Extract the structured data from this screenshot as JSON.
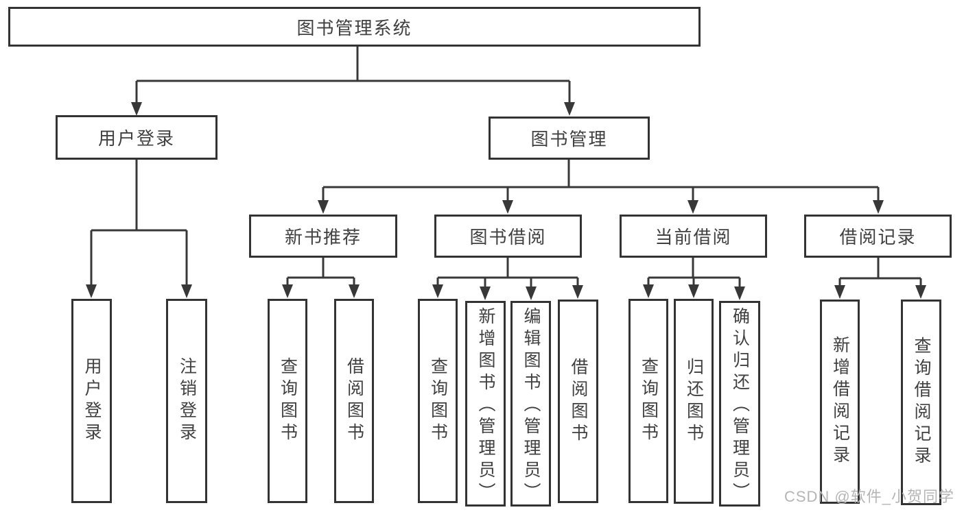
{
  "tree": {
    "label": "图书管理系统",
    "children": [
      {
        "label": "用户登录",
        "children": [
          {
            "label": "用户登录"
          },
          {
            "label": "注销登录"
          }
        ]
      },
      {
        "label": "图书管理",
        "children": [
          {
            "label": "新书推荐",
            "children": [
              {
                "label": "查询图书"
              },
              {
                "label": "借阅图书"
              }
            ]
          },
          {
            "label": "图书借阅",
            "children": [
              {
                "label": "查询图书"
              },
              {
                "label": "新增图书（管理员）"
              },
              {
                "label": "编辑图书（管理员）"
              },
              {
                "label": "借阅图书"
              }
            ]
          },
          {
            "label": "当前借阅",
            "children": [
              {
                "label": "查询图书"
              },
              {
                "label": "归还图书"
              },
              {
                "label": "确认归还（管理员）"
              }
            ]
          },
          {
            "label": "借阅记录",
            "children": [
              {
                "label": "新增借阅记录"
              },
              {
                "label": "查询借阅记录"
              }
            ]
          }
        ]
      }
    ]
  },
  "watermark": {
    "text": "CSDN @软件_小贺同学"
  },
  "colors": {
    "line": "#383838",
    "box_border": "#333333",
    "text": "#404040",
    "watermark": "#b5b5b5",
    "background": "#ffffff"
  }
}
